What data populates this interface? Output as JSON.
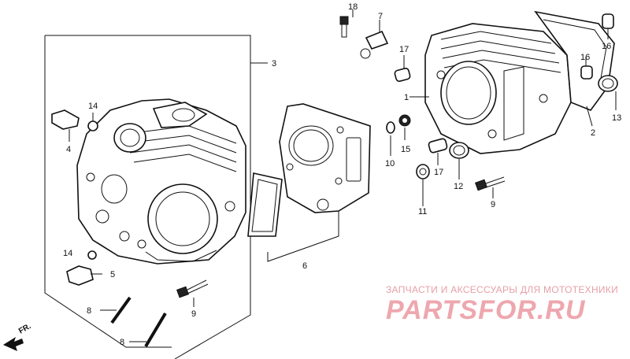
{
  "callouts": {
    "c1": "1",
    "c2": "2",
    "c3": "3",
    "c4": "4",
    "c5": "5",
    "c6": "6",
    "c7": "7",
    "c8a": "8",
    "c8b": "8",
    "c9a": "9",
    "c9b": "9",
    "c10": "10",
    "c11": "11",
    "c12": "12",
    "c13": "13",
    "c14a": "14",
    "c14b": "14",
    "c15": "15",
    "c16a": "16",
    "c16b": "16",
    "c17a": "17",
    "c17b": "17",
    "c18": "18"
  },
  "direction_label": "FR.",
  "watermark": {
    "tagline": "ЗАПЧАСТИ И АКСЕССУАРЫ ДЛЯ МОТОТЕХНИКИ",
    "brand": "PARTSFOR.RU"
  }
}
